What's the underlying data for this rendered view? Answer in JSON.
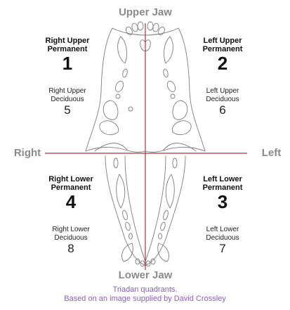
{
  "labels": {
    "upper_jaw": "Upper Jaw",
    "lower_jaw": "Lower Jaw",
    "right": "Right",
    "left": "Left"
  },
  "quadrants": {
    "right_upper": {
      "permanent_1": "Right Upper",
      "permanent_2": "Permanent",
      "permanent_number": "1",
      "deciduous_1": "Right Upper",
      "deciduous_2": "Deciduous",
      "deciduous_number": "5"
    },
    "left_upper": {
      "permanent_1": "Left Upper",
      "permanent_2": "Permanent",
      "permanent_number": "2",
      "deciduous_1": "Left Upper",
      "deciduous_2": "Deciduous",
      "deciduous_number": "6"
    },
    "right_lower": {
      "permanent_1": "Right Lower",
      "permanent_2": "Permanent",
      "permanent_number": "4",
      "deciduous_1": "Right Lower",
      "deciduous_2": "Deciduous",
      "deciduous_number": "8"
    },
    "left_lower": {
      "permanent_1": "Left Lower",
      "permanent_2": "Permanent",
      "permanent_number": "3",
      "deciduous_1": "Left Lower",
      "deciduous_2": "Deciduous",
      "deciduous_number": "7"
    }
  },
  "caption": {
    "line1": "Triadan quadrants.",
    "line2": "Based on an image supplied by David Crossley"
  },
  "colors": {
    "divider": "#b5333b",
    "outline": "#7d7d7d",
    "heading": "#8a8a8a",
    "caption": "#8a5fc2"
  }
}
